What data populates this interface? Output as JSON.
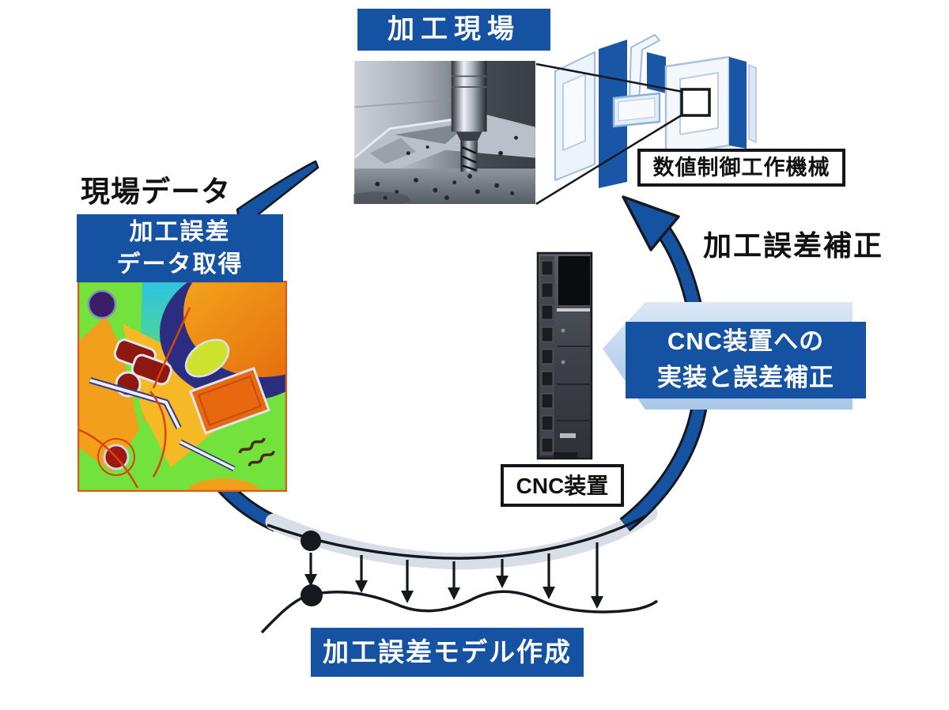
{
  "diagram": {
    "top": {
      "site_label": "加工現場",
      "machine_label": "数値制御工作機械"
    },
    "left": {
      "caption": "現場データ",
      "step_line1": "加工誤差",
      "step_line2": "データ取得"
    },
    "right": {
      "caption": "加工誤差補正",
      "step_line1": "CNC装置への",
      "step_line2": "実装と誤差補正",
      "device_label": "CNC装置"
    },
    "bottom": {
      "step_label": "加工誤差モデル作成"
    },
    "colors": {
      "primary_blue": "#1552a2",
      "light_arrow_blue": "#bcd4ee",
      "faded_arc_gray": "#d8dee8",
      "outline_black": "#15181c",
      "text_black": "#111111"
    },
    "icons": {
      "cycle": "circular-cycle-arrows",
      "model_graph": "error-model-curve-with-arrows",
      "callout": "magnifier-callout-lines"
    }
  }
}
